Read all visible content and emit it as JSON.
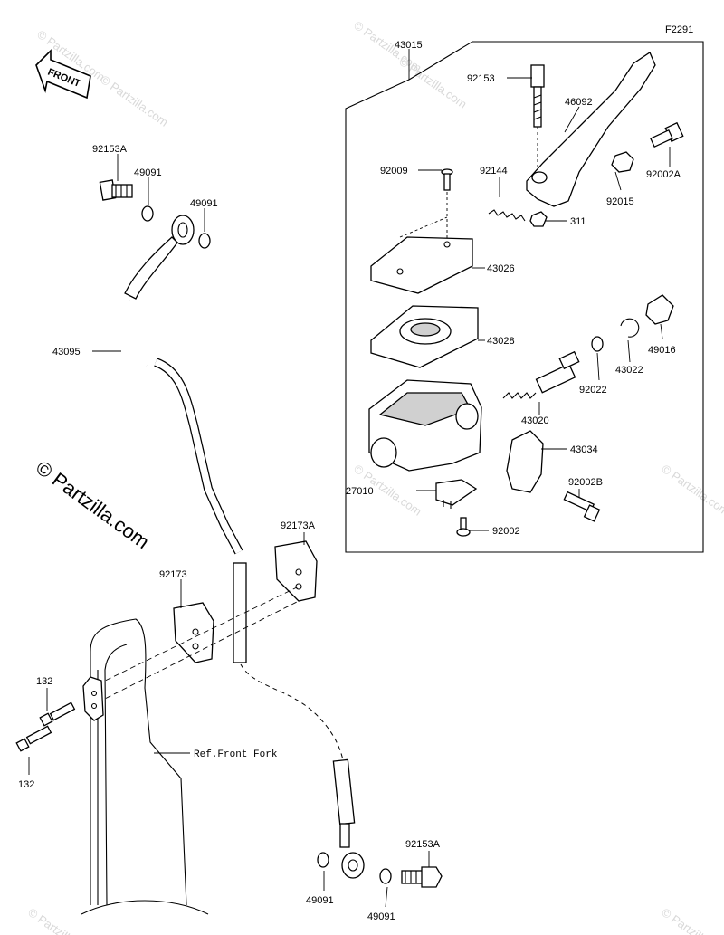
{
  "figure_code": "F2291",
  "watermark": "© Partzilla.com",
  "front_label": "FRONT",
  "ref_label": "Ref.Front Fork",
  "part_labels": {
    "p43015": "43015",
    "p92153": "92153",
    "p46092": "46092",
    "p92002A": "92002A",
    "p92009": "92009",
    "p92144": "92144",
    "p92015": "92015",
    "p311": "311",
    "p43026": "43026",
    "p43028": "43028",
    "p49016": "49016",
    "p43022": "43022",
    "p92022": "92022",
    "p43020": "43020",
    "p43034": "43034",
    "p92002B": "92002B",
    "p27010": "27010",
    "p92002": "92002",
    "p92153A_top": "92153A",
    "p49091_a": "49091",
    "p49091_b": "49091",
    "p43095": "43095",
    "p92173A": "92173A",
    "p92173": "92173",
    "p132_top": "132",
    "p132_bottom": "132",
    "p92153A_bottom": "92153A",
    "p49091_c": "49091",
    "p49091_d": "49091"
  },
  "colors": {
    "line": "#000000",
    "watermark": "#d9d9d9",
    "part_shade": "#d0d0d0"
  }
}
